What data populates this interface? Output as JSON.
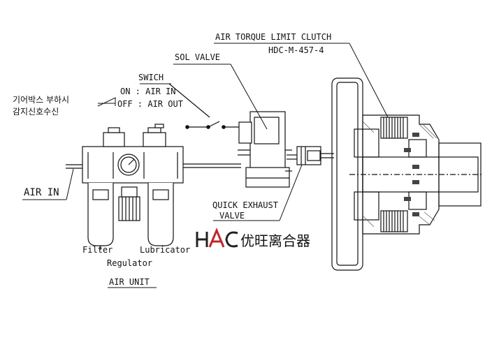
{
  "labels": {
    "clutch_title": "AIR TORQUE LIMIT CLUTCH",
    "clutch_model": "HDC-M-457-4",
    "sol_valve": "SOL VALVE",
    "swich": "SWICH",
    "on_state": "ON : AIR IN",
    "off_state": "OFF : AIR OUT",
    "korean_line1": "기어박스 부하시",
    "korean_line2": "감지신호수신",
    "air_in": "AIR IN",
    "quick_exhaust_1": "QUICK EXHAUST",
    "quick_exhaust_2": "VALVE",
    "filter": "Filter",
    "lubricator": "Lubricator",
    "regulator": "Regulator",
    "air_unit": "AIR UNIT"
  },
  "brand": {
    "logo_text": "HAC",
    "chinese_name": "优旺离合器",
    "accent_color": "#c0272d"
  },
  "colors": {
    "line": "#111111",
    "shade": "#555555"
  }
}
